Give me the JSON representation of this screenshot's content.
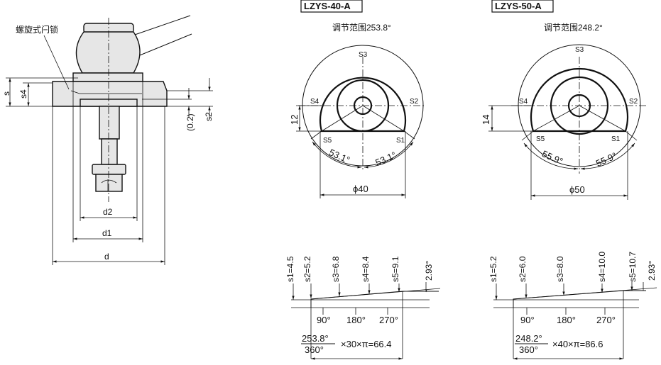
{
  "left_view": {
    "lock_label": "螺旋式闩锁",
    "dim_s": "s",
    "dim_s4": "s4",
    "dim_s2": "s2",
    "dim_gap": "(0.2)",
    "dim_d2": "d2",
    "dim_d1": "d1",
    "dim_d": "d"
  },
  "lzys40": {
    "title": "LZYS-40-A",
    "range": "调节范围253.8°",
    "s1": "S1",
    "s2": "S2",
    "s3": "S3",
    "s4": "S4",
    "s5": "S5",
    "dim_12": "12",
    "angle_left": "53.1°",
    "angle_right": "53.1°",
    "dia": "ϕ40",
    "ramp": {
      "labels": [
        "s1=4.5",
        "s2=5.2",
        "s3=6.8",
        "s4=8.4",
        "s5=9.1",
        "2.93°"
      ],
      "ticks": [
        "90°",
        "180°",
        "270°"
      ],
      "frac_num": "253.8°",
      "frac_den": "360°",
      "formula": "×30×π=66.4"
    }
  },
  "lzys50": {
    "title": "LZYS-50-A",
    "range": "调节范围248.2°",
    "s1": "S1",
    "s2": "S2",
    "s3": "S3",
    "s4": "S4",
    "s5": "S5",
    "dim_14": "14",
    "angle_left": "55.9°",
    "angle_right": "55.9°",
    "dia": "ϕ50",
    "ramp": {
      "labels": [
        "s1=5.2",
        "s2=6.0",
        "s3=8.0",
        "s4=10.0",
        "s5=10.7",
        "2.93°"
      ],
      "ticks": [
        "90°",
        "180°",
        "270°"
      ],
      "frac_num": "248.2°",
      "frac_den": "360°",
      "formula": "×40×π=86.6"
    }
  }
}
